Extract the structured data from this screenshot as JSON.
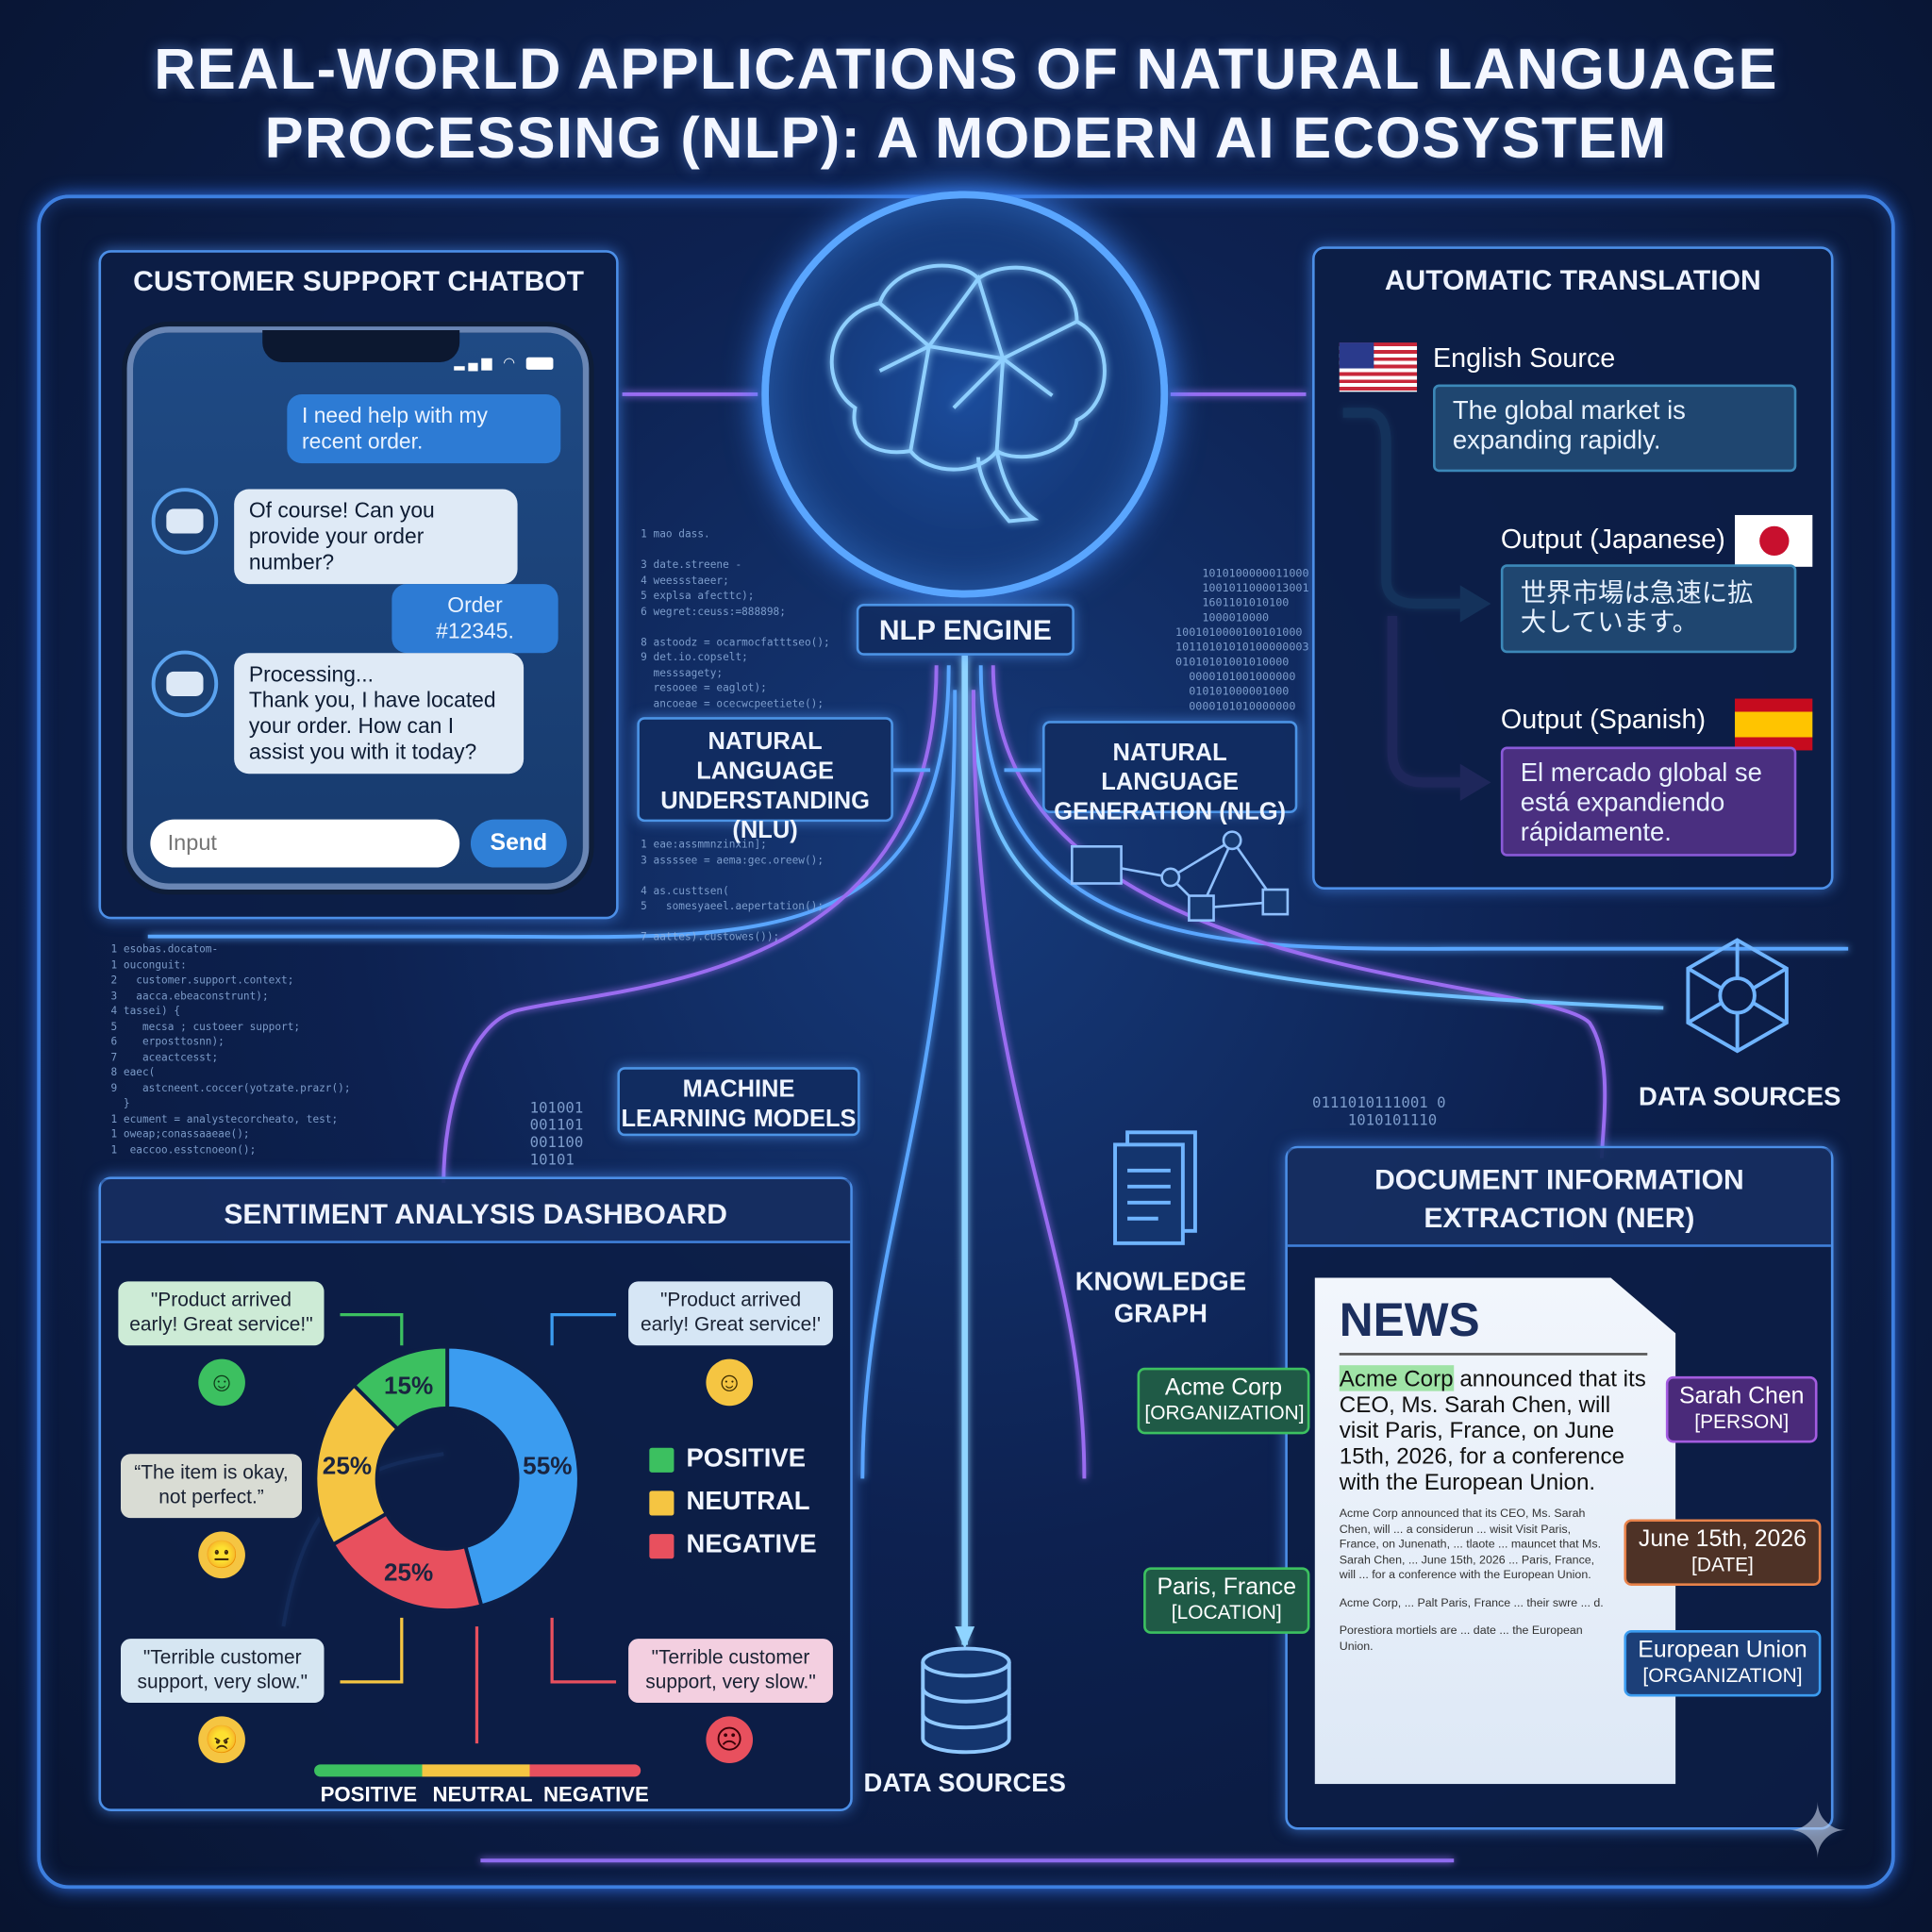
{
  "title": {
    "line1": "REAL-WORLD APPLICATIONS OF NATURAL LANGUAGE",
    "line2": "PROCESSING (NLP): A MODERN AI ECOSYSTEM"
  },
  "chatbot": {
    "title": "CUSTOMER SUPPORT CHATBOT",
    "messages": [
      {
        "from": "user",
        "text": "I need help with my recent order."
      },
      {
        "from": "bot",
        "text": "Of course! Can you provide your order number?"
      },
      {
        "from": "user",
        "text": "Order #12345."
      },
      {
        "from": "bot",
        "line1": "Processing...",
        "text": "Thank you, I have located your order. How can I assist you with it today?"
      }
    ],
    "input_placeholder": "Input",
    "send_label": "Send",
    "status_icons": [
      "signal-icon",
      "wifi-icon",
      "battery-icon"
    ]
  },
  "engine": {
    "label": "NLP ENGINE",
    "icon": "brain-icon",
    "nlu": "NATURAL LANGUAGE UNDERSTANDING (NLU)",
    "nlg": "NATURAL LANGUAGE GENERATION (NLG)",
    "ml": "MACHINE LEARNING MODELS",
    "knowledge_graph": "KNOWLEDGE GRAPH",
    "data_sources_right": "DATA SOURCES",
    "data_sources_bottom": "DATA SOURCES"
  },
  "translation": {
    "title": "AUTOMATIC TRANSLATION",
    "source_label": "English Source",
    "source_text": "The global market is expanding rapidly.",
    "ja_label": "Output (Japanese)",
    "ja_text": "世界市場は急速に拡大しています。",
    "es_label": "Output (Spanish)",
    "es_text": "El mercado global se está expandiendo rápidamente."
  },
  "sentiment": {
    "title": "SENTIMENT ANALYSIS DASHBOARD",
    "quotes": [
      "\"Product arrived early! Great service!\"",
      "\"Product arrived early! Great service!'",
      "“The item is okay, not perfect.”",
      "\"Terrible customer support, very slow.\"",
      "\"Terrible customer support, very slow.\""
    ],
    "legend": [
      "POSITIVE",
      "NEUTRAL",
      "NEGATIVE"
    ],
    "scale_labels": [
      "POSITIVE",
      "NEUTRAL",
      "NEGATIVE"
    ],
    "colors": {
      "positive": "#3cc060",
      "neutral": "#f5c542",
      "negative": "#e8505e",
      "blue": "#3b9cf0"
    }
  },
  "chart_data": {
    "type": "pie",
    "variant": "donut",
    "slices": [
      {
        "label": "55%",
        "value": 55,
        "color": "#3b9cf0"
      },
      {
        "label": "25%",
        "value": 25,
        "color": "#e8505e"
      },
      {
        "label": "25%",
        "value": 25,
        "color": "#f5c542"
      },
      {
        "label": "15%",
        "value": 15,
        "color": "#3cc060"
      }
    ]
  },
  "ner": {
    "title_line1": "DOCUMENT INFORMATION",
    "title_line2": "EXTRACTION (NER)",
    "doc_heading": "NEWS",
    "doc_lead": "Acme Corp announced that its CEO, Ms. Sarah Chen, will visit Paris, France, on June 15th, 2026, for a conference with the European Union.",
    "doc_lead_entity": "Acme Corp",
    "doc_lead_rest": " announced that its CEO, Ms. Sarah Chen, will visit Paris, France, on June 15th, 2026, for a conference with the European Union.",
    "doc_p1": "Acme Corp announced that its CEO, Ms. Sarah Chen, will ... a considerun ... wisit Visit Paris, France, on Junenath, ... tlaote ... mauncet that Ms. Sarah Chen, ... June 15th, 2026 ... Paris, France, will ... for a conference with the European Union.",
    "doc_p2": "Acme Corp, ... Palt Paris, France ... their swre ... d.",
    "doc_p3": "Porestiora mortiels are ... date ... the European Union.",
    "tags": [
      {
        "name": "Acme Corp",
        "type": "[ORGANIZATION]",
        "color": "#3cc060"
      },
      {
        "name": "Sarah Chen",
        "type": "[PERSON]",
        "color": "#a45ce0"
      },
      {
        "name": "June 15th, 2026",
        "type": "[DATE]",
        "color": "#e8824a"
      },
      {
        "name": "Paris, France",
        "type": "[LOCATION]",
        "color": "#3cc060"
      },
      {
        "name": "European Union",
        "type": "[ORGANIZATION]",
        "color": "#3b9cf0"
      }
    ]
  }
}
